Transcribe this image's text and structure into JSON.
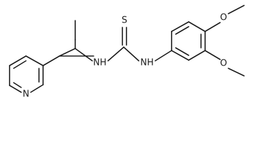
{
  "molecule": {
    "atoms": [
      {
        "id": "n_pyridine",
        "text": "N"
      },
      {
        "id": "nh_left",
        "text": "NH"
      },
      {
        "id": "nh_right",
        "text": "NH"
      },
      {
        "id": "s_thione",
        "text": "S"
      },
      {
        "id": "o_top",
        "text": "O"
      },
      {
        "id": "o_bottom",
        "text": "O"
      }
    ]
  }
}
